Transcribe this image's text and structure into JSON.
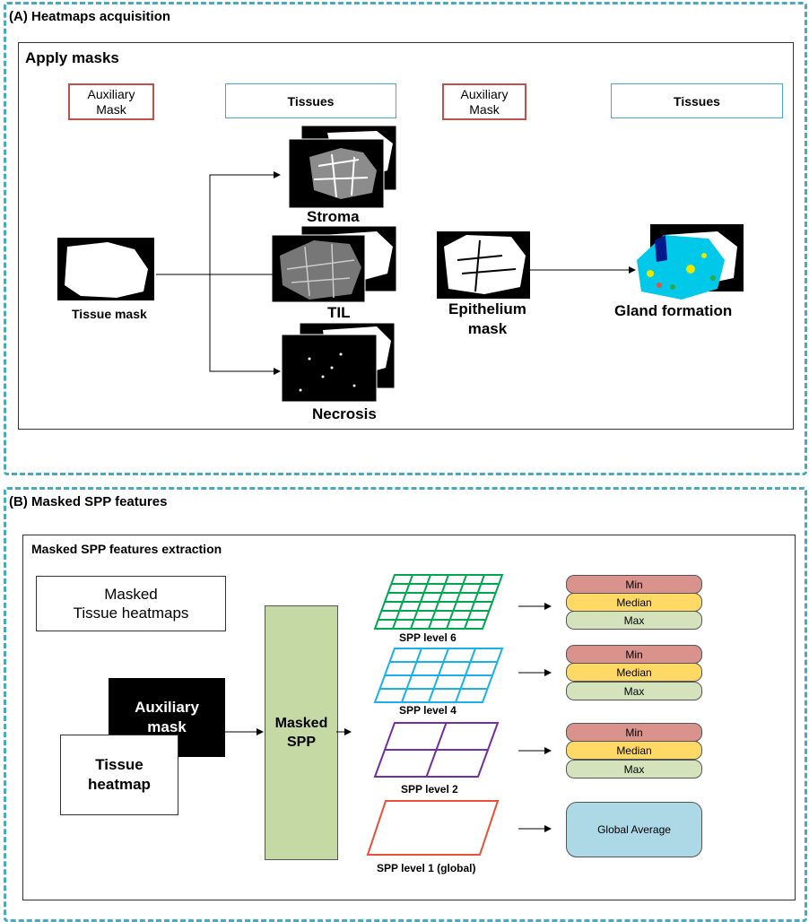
{
  "panel_a": {
    "title": "(A) Heatmaps acquisition",
    "inner_title": "Apply masks",
    "aux_mask_1": "Auxiliary\nMask",
    "tissues_1": "Tissues",
    "aux_mask_2": "Auxiliary\nMask",
    "tissues_2": "Tissues",
    "tissue_mask_label": "Tissue mask",
    "stroma_label": "Stroma",
    "til_label": "TIL",
    "necrosis_label": "Necrosis",
    "epithelium_label": "Epithelium\nmask",
    "gland_label": "Gland formation"
  },
  "panel_b": {
    "title": "(B) Masked SPP features",
    "inner_title": "Masked SPP features extraction",
    "masked_heatmaps": "Masked\nTissue heatmaps",
    "aux_mask": "Auxiliary\nmask",
    "tissue_heatmap": "Tissue\nheatmap",
    "masked_spp": "Masked\nSPP",
    "levels": [
      {
        "label": "SPP level 6",
        "rows": 6,
        "cols": 6,
        "color": "#00a650"
      },
      {
        "label": "SPP level 4",
        "rows": 4,
        "cols": 4,
        "color": "#1ab0e8"
      },
      {
        "label": "SPP level 2",
        "rows": 2,
        "cols": 2,
        "color": "#7030a0"
      },
      {
        "label": "SPP level 1 (global)",
        "rows": 1,
        "cols": 1,
        "color": "#e8503a"
      }
    ],
    "stats": {
      "min": "Min",
      "median": "Median",
      "max": "Max"
    },
    "global_average": "Global Average"
  }
}
